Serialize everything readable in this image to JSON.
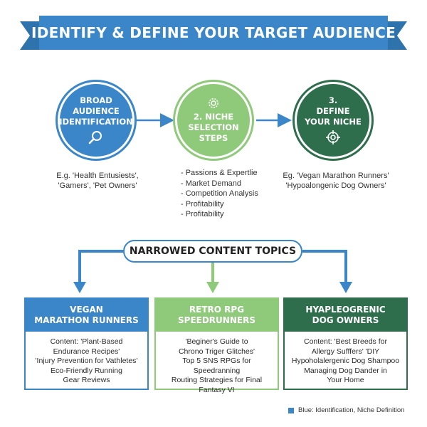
{
  "title": "IDENTIFY & DEFINE YOUR TARGET AUDIENCE",
  "colors": {
    "blue": "#3a86c8",
    "light_green": "#8fc97a",
    "dark_green": "#2e6e4c"
  },
  "steps": [
    {
      "label": "BROAD\nAUDIENCE\nIDENTIFICATION",
      "icon": "magnifier-icon",
      "description": "E.g. 'Health Entusiests',\n'Gamers', 'Pet Owners'"
    },
    {
      "label": "2. NICHE\nSELECTION\nSTEPS",
      "icon": "gear-icon",
      "items": [
        "- Passions & Expertlie",
        "- Market Demand",
        "- Competition Analysis",
        "- Profitability",
        "- Profitability"
      ]
    },
    {
      "label": "3.\nDEFINE\nYOUR NICHE",
      "icon": "target-icon",
      "description": "Eg. 'Vegan Marathon Runners'\n'Hypoalongenic Dog Owners'"
    }
  ],
  "narrowed_label": "NARROWED CONTENT TOPICS",
  "topics": [
    {
      "title": "VEGAN\nMARATHON RUNNERS",
      "body": "Content: 'Plant-Based\nEndurance Recipes'\n'Injury Prevention for Vathletes'\nEco-Friendly Running\nGear Reviews"
    },
    {
      "title": "RETRO RPG\nSPEEDRUNNERS",
      "body": "'Beginer's Guide to\nChrono Triger Glitches'\nTop 5 SNS RPGs for Speedranning\nRouting Strategies for Final\nFantasy VI"
    },
    {
      "title": "HYAPLEOGRENIC\nDOG OWNERS",
      "body": "Content: 'Best Breeds for\nAllergy Sufffers'  'DIY\nHypoholalergenic Dog Shampoo\nManaging Dog Dander in\nYour Home"
    }
  ],
  "legend": "Blue: Identification, Niche Definition"
}
